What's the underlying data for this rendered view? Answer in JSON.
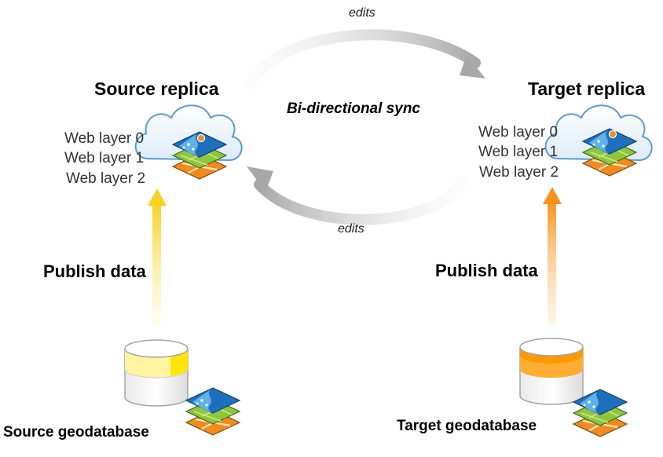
{
  "source": {
    "title": "Source replica",
    "layers": [
      "Web layer 0",
      "Web layer 1",
      "Web layer 2"
    ],
    "publish_label": "Publish data",
    "geodatabase_label": "Source geodatabase",
    "arrow_color": "#f7d21e",
    "db_color": "#ffe600"
  },
  "target": {
    "title": "Target replica",
    "layers": [
      "Web layer 0",
      "Web layer 1",
      "Web layer 2"
    ],
    "publish_label": "Publish data",
    "geodatabase_label": "Target geodatabase",
    "arrow_color": "#f7941d",
    "db_color": "#ff9900"
  },
  "sync": {
    "label": "Bi-directional sync",
    "edits_top": "edits",
    "edits_bottom": "edits"
  },
  "icons": {
    "cloud": "cloud-icon",
    "layer_stack": "map-layer-stack-icon",
    "database": "database-cylinder-icon"
  }
}
